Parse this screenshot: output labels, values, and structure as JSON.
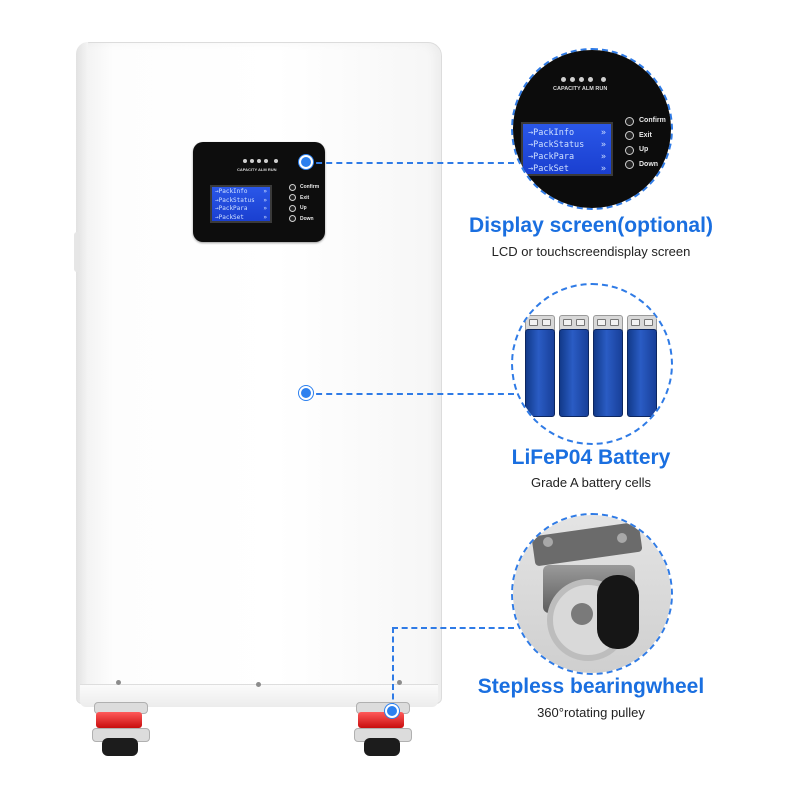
{
  "colors": {
    "accent": "#1a6fe0",
    "lcd_blue": "#2246dc",
    "cell_blue": "#1f4aa8",
    "wheel_red": "#e11a1a"
  },
  "control_panel": {
    "indicator_label": "CAPACITY ALM RUN",
    "menu": [
      {
        "text": "→PackInfo",
        "arrow": "»"
      },
      {
        "text": "→PackStatus",
        "arrow": "»"
      },
      {
        "text": "→PackPara",
        "arrow": "»"
      },
      {
        "text": "→PackSet",
        "arrow": "»"
      }
    ],
    "buttons": [
      {
        "label": "Confirm"
      },
      {
        "label": "Exit"
      },
      {
        "label": "Up"
      },
      {
        "label": "Down"
      }
    ]
  },
  "features": [
    {
      "title": "Display screen(optional)",
      "subtitle": "LCD or touchscreendisplay screen",
      "icon": "lcd-panel-icon"
    },
    {
      "title": "LiFeP04 Battery",
      "subtitle": "Grade A battery cells",
      "icon": "battery-cells-icon"
    },
    {
      "title": "Stepless bearingwheel",
      "subtitle": "360°rotating pulley",
      "icon": "caster-wheel-icon"
    }
  ]
}
